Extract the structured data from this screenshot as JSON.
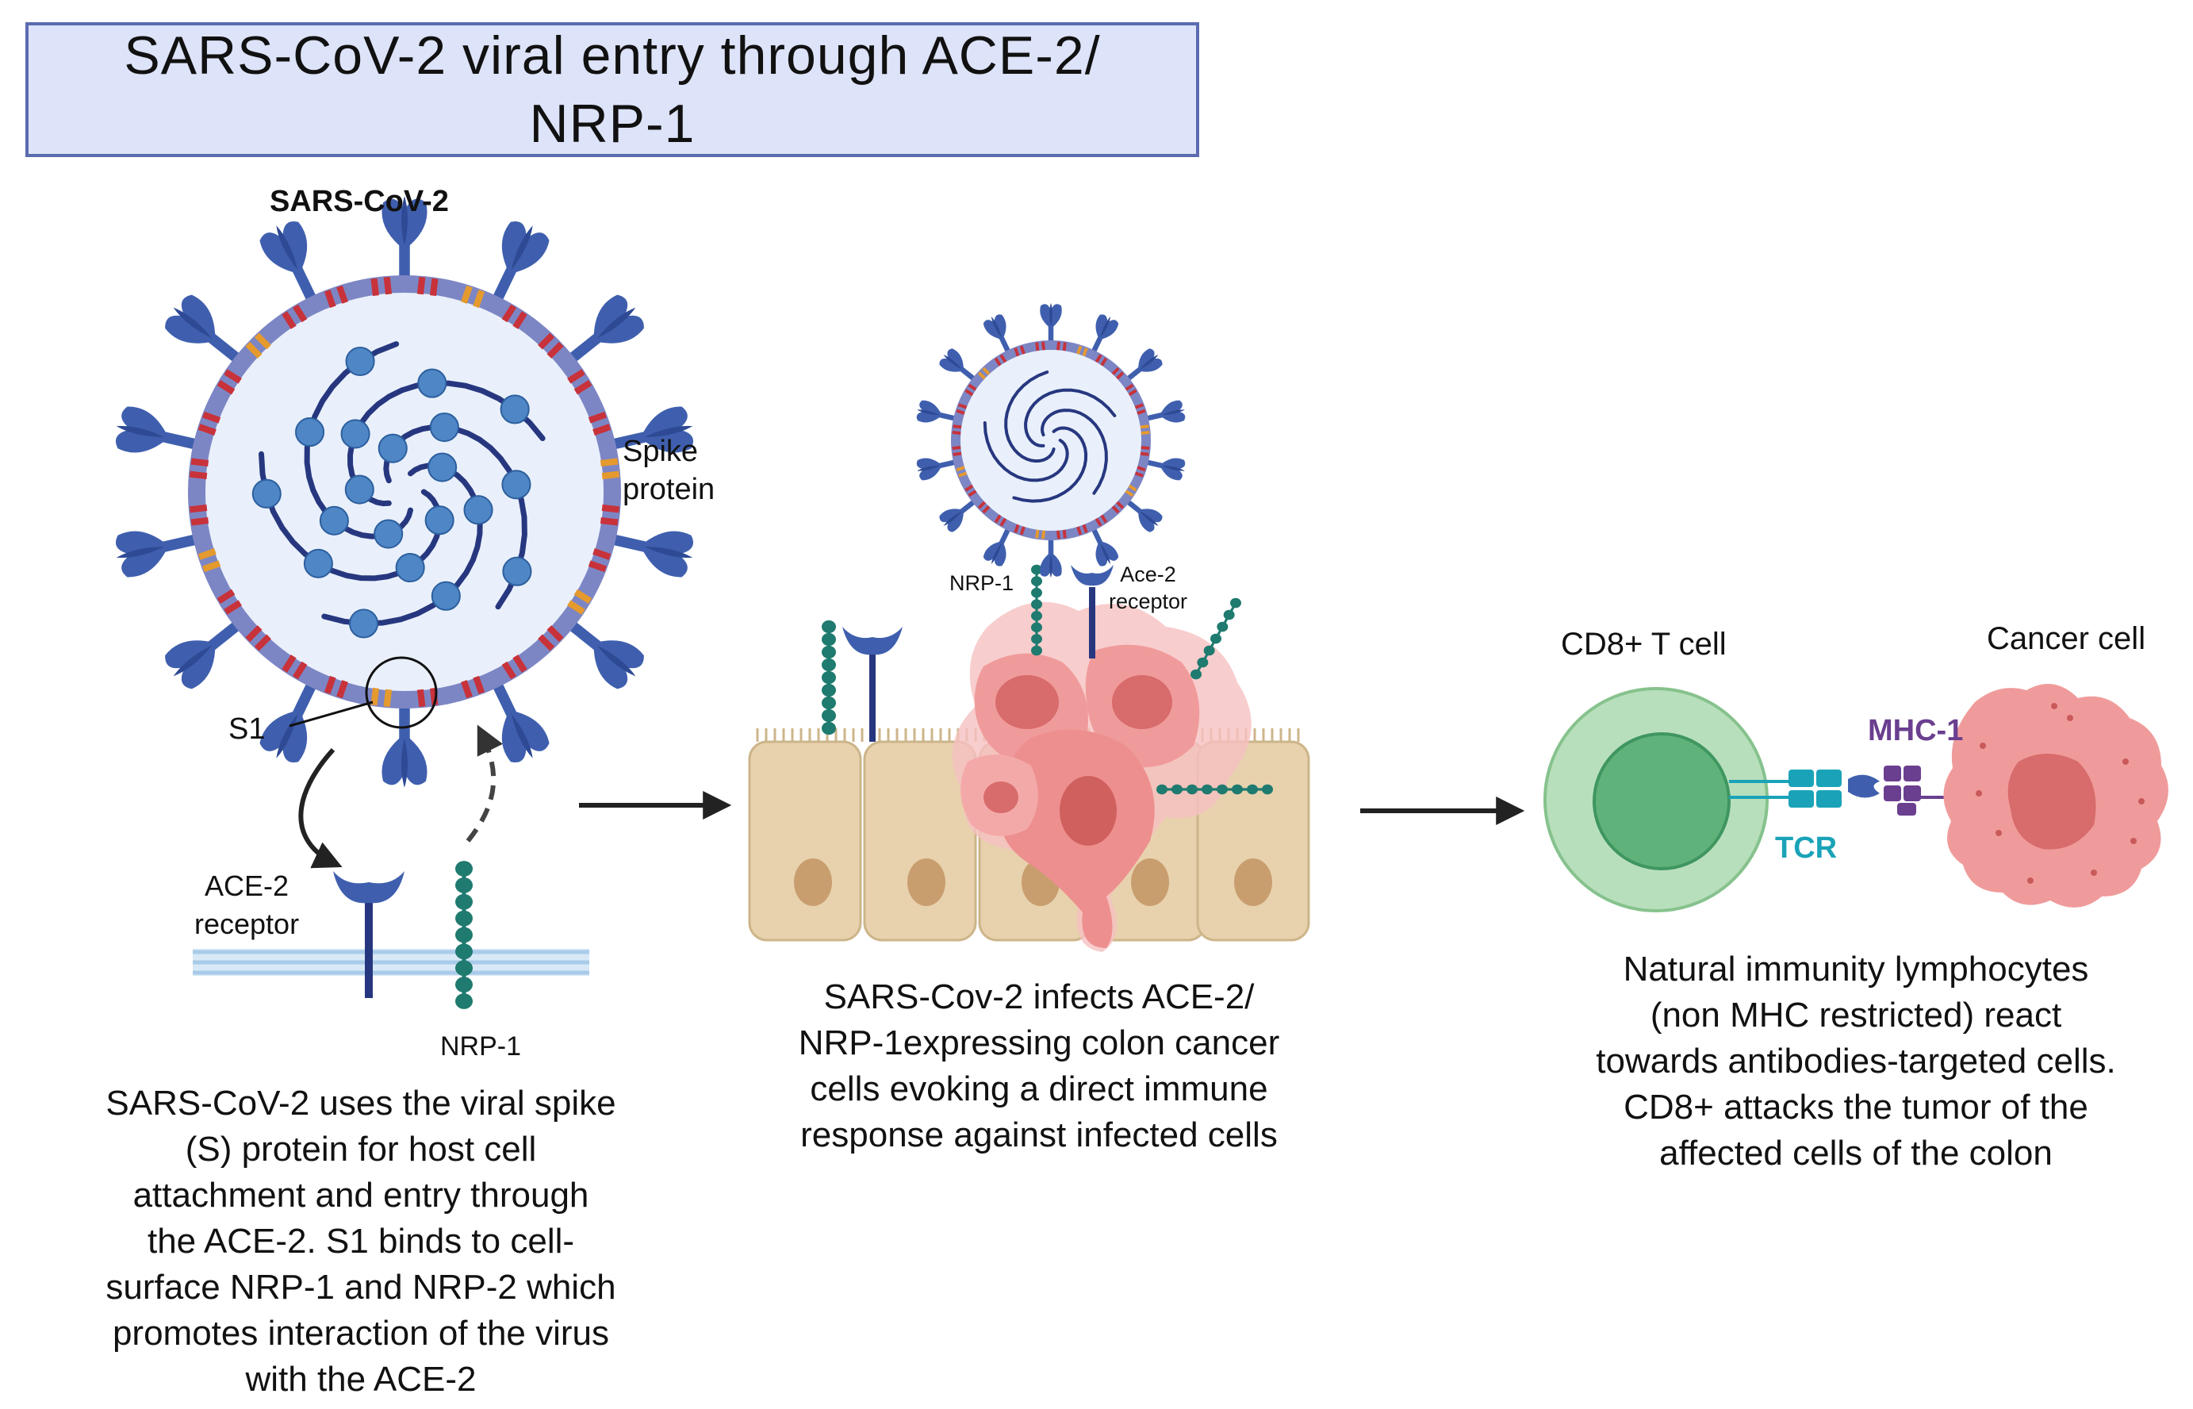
{
  "title": "SARS-CoV-2 viral entry through ACE-2/ NRP-1",
  "panel1": {
    "virus_label": "SARS-CoV-2",
    "spike_label_line1": "Spike",
    "spike_label_line2": "protein",
    "s1_label": "S1",
    "ace2_label_line1": "ACE-2",
    "ace2_label_line2": "receptor",
    "nrp1_label": "NRP-1",
    "caption_lines": [
      "SARS-CoV-2 uses the viral spike",
      "(S) protein for host cell",
      "attachment and entry through",
      "the ACE-2. S1 binds to cell-",
      "surface NRP-1 and NRP-2 which",
      "promotes interaction of the virus",
      "with the ACE-2"
    ]
  },
  "panel2": {
    "nrp1_label": "NRP-1",
    "ace2_label_line1": "Ace-2",
    "ace2_label_line2": "receptor",
    "caption_lines": [
      "SARS-Cov-2 infects ACE-2/",
      "NRP-1expressing colon cancer",
      "cells evoking a direct immune",
      "response against infected cells"
    ]
  },
  "panel3": {
    "tcell_label": "CD8+ T cell",
    "cancer_label": "Cancer cell",
    "mhc_label": "MHC-1",
    "tcr_label": "TCR",
    "caption_lines": [
      "Natural immunity lymphocytes",
      "(non MHC restricted) react",
      "towards antibodies-targeted cells.",
      "CD8+ attacks the tumor of the",
      "affected cells of the colon"
    ]
  },
  "colors": {
    "spike_blue": "#3f5fae",
    "envelope": "#7d86c4",
    "virus_interior": "#e9f0fb",
    "rna_dark": "#27377f",
    "rna_bead": "#4f86c6",
    "nrp1_teal": "#1f7a6f",
    "epithelium": "#e7d2ad",
    "nucleus_tan": "#c99e6f",
    "cancer_pink": "#f09b9b",
    "tcell_green": "#a7d6ab",
    "tcr_cyan": "#1aa3b8",
    "mhc_purple": "#6a3f8f"
  }
}
